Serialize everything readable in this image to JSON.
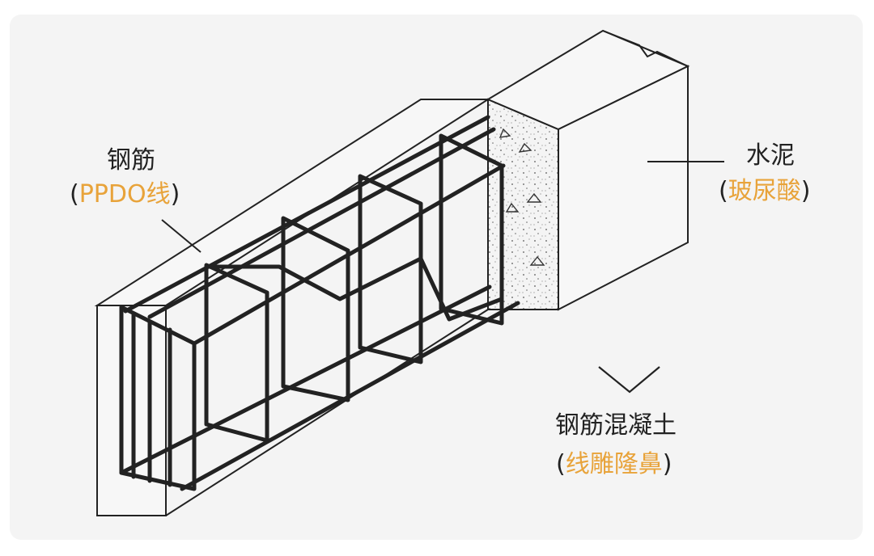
{
  "labels": {
    "steel": {
      "title": "钢筋",
      "open": "(",
      "accent": "PPDO线",
      "close": ")"
    },
    "cement": {
      "title": "水泥",
      "open": "(",
      "accent": "玻尿酸",
      "close": ")"
    },
    "reinforced_concrete": {
      "title": "钢筋混凝土",
      "open": "(",
      "accent": "线雕隆鼻",
      "close": ")"
    }
  },
  "colors": {
    "accent": "#e8a33a",
    "text": "#222222",
    "line": "#222222",
    "card_background": "#f4f4f4"
  },
  "icons": {
    "arrow": "chevron-down-icon"
  }
}
